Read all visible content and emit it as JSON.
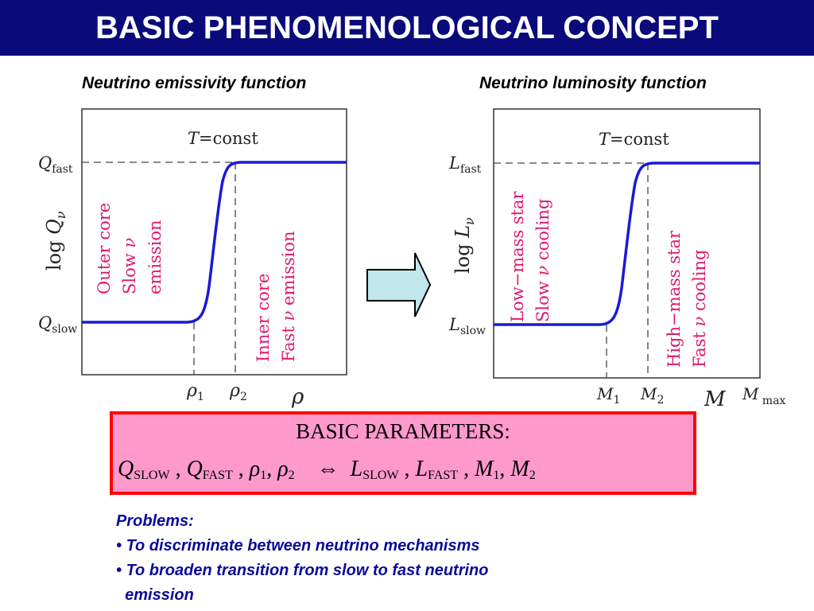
{
  "title": "BASIC PHENOMENOLOGICAL CONCEPT",
  "left_panel": {
    "caption": "Neutrino emissivity function",
    "header": "T=const",
    "y_label": "log Q_ν",
    "y_top": "Q_fast",
    "y_bottom": "Q_slow",
    "x_ticks": [
      "ρ_1",
      "ρ_2"
    ],
    "x_label": "ρ",
    "region_left": [
      "Outer core",
      "Slow ν",
      "emission"
    ],
    "region_right": [
      "Inner core",
      "Fast ν emission"
    ]
  },
  "right_panel": {
    "caption": "Neutrino luminosity function",
    "header": "T=const",
    "y_label": "log L_ν",
    "y_top": "L_fast",
    "y_bottom": "L_slow",
    "x_ticks": [
      "M_1",
      "M_2"
    ],
    "x_label": "M",
    "x_max": "M_max",
    "region_left": [
      "Low−mass star",
      "Slow ν cooling"
    ],
    "region_right": [
      "High−mass star",
      "Fast ν cooling"
    ]
  },
  "parameters": {
    "heading": "BASIC PARAMETERS:",
    "equation": "Q_SLOW, Q_FAST, ρ_1, ρ_2 ⇔ L_SLOW, L_FAST, M_1, M_2"
  },
  "problems": {
    "heading": "Problems:",
    "items": [
      "To discriminate between neutrino mechanisms",
      "To broaden transition from slow to fast neutrino emission"
    ]
  },
  "colors": {
    "title_bar": "#0a0a7a",
    "curve": "#1a1ad6",
    "region_text": "#e0196e",
    "params_bg": "#ff99cc",
    "params_border": "#ff0000",
    "arrow_fill": "#bfe6ea",
    "problems_text": "#0a0a9a"
  }
}
